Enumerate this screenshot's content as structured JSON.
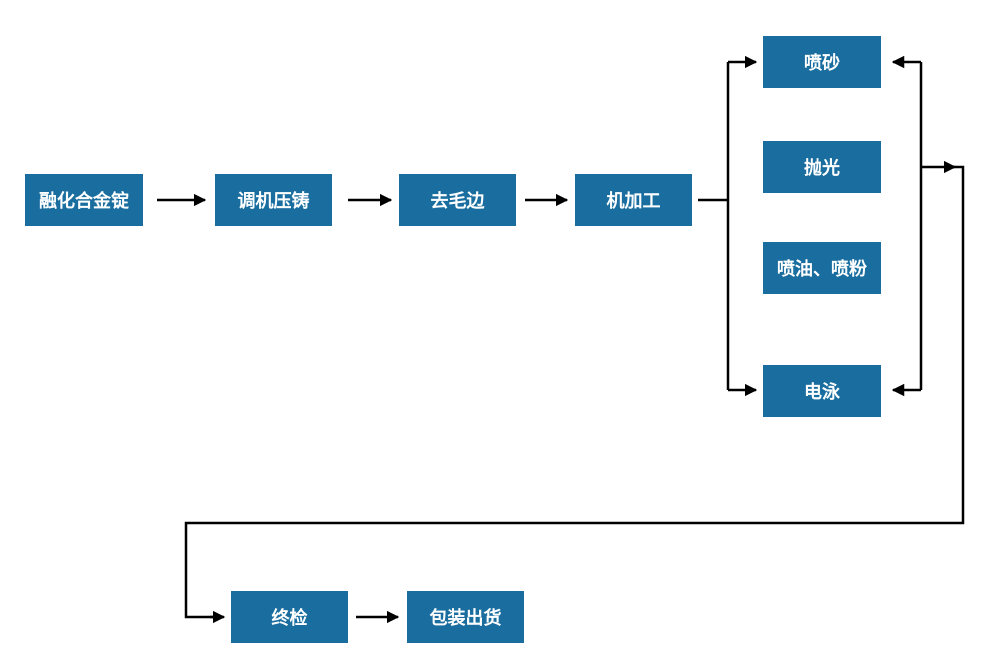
{
  "colors": {
    "box_fill": "#1a6e9f",
    "box_text": "#ffffff",
    "connector": "#000000"
  },
  "nodes": {
    "melt_alloy": "融化合金锭",
    "die_casting": "调机压铸",
    "deburr": "去毛边",
    "machining": "机加工",
    "sandblast": "喷砂",
    "polish": "抛光",
    "paint_powder": "喷油、喷粉",
    "electrophoresis": "电泳",
    "final_inspection": "终检",
    "pack_ship": "包装出货"
  }
}
